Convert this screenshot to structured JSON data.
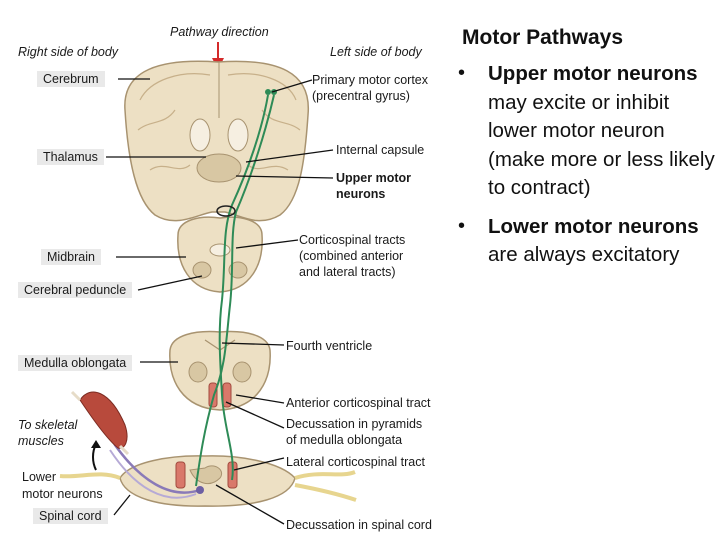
{
  "title": "Motor Pathways",
  "bullets": [
    {
      "bold": "Upper motor neurons",
      "rest": " may excite or inhibit lower motor neuron (make more or less likely to contract)"
    },
    {
      "bold": "Lower motor neurons",
      "rest": " are always excitatory"
    }
  ],
  "labels": {
    "right_side": "Right side of body",
    "pathway_direction": "Pathway direction",
    "left_side": "Left side of body",
    "cerebrum": "Cerebrum",
    "primary_motor_1": "Primary motor cortex",
    "primary_motor_2": "(precentral gyrus)",
    "thalamus": "Thalamus",
    "internal_capsule": "Internal capsule",
    "upper_motor_1": "Upper motor",
    "upper_motor_2": "neurons",
    "midbrain": "Midbrain",
    "corticospinal_1": "Corticospinal tracts",
    "corticospinal_2": "(combined anterior",
    "corticospinal_3": "and lateral tracts)",
    "cerebral_peduncle": "Cerebral peduncle",
    "fourth_ventricle": "Fourth ventricle",
    "medulla": "Medulla oblongata",
    "anterior_tract": "Anterior corticospinal tract",
    "decussation_pyr_1": "Decussation in pyramids",
    "decussation_pyr_2": "of medulla oblongata",
    "lateral_tract": "Lateral corticospinal tract",
    "to_skeletal_1": "To skeletal",
    "to_skeletal_2": "muscles",
    "lower_motor_1": "Lower",
    "lower_motor_2": "motor neurons",
    "spinal_cord": "Spinal cord",
    "decussation_spinal": "Decussation in spinal cord"
  },
  "colors": {
    "tissue": "#ede0c4",
    "tissue_dark": "#a89370",
    "pathway_green": "#2e8b57",
    "arrow_red": "#d42a2a",
    "muscle": "#b84a3c",
    "tract_red": "#d9786a",
    "nerve_purple": "#8a7ab8"
  }
}
